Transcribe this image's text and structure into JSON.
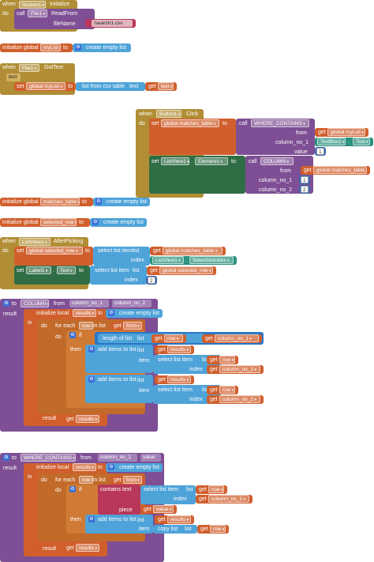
{
  "kw": {
    "when": "when",
    "do": "do",
    "call": "call",
    "set": "set",
    "to": "to",
    "get": "get",
    "result": "result",
    "in": "in",
    "for_each": "for each",
    "in_list": "in list",
    "if": "if",
    "then": "then",
    "item": "item",
    "index": "index",
    "from": "from",
    "initialize_global": "initialize global",
    "initialize_local": "initialize local",
    "create_empty_list": "create empty list",
    "select_list_item": "select list item",
    "list": "list",
    "add_items_to_list": "add items to list",
    "length_of_list": "length of list",
    "copy_list": "copy list",
    "contains_text": "contains text",
    "piece": "piece",
    "list_from_csv_table": "list from csv table",
    "text": "text",
    "filename": "fileName",
    "column_no_1": "column_no_1",
    "column_no_2": "column_no_2",
    "value": "value"
  },
  "b1": {
    "component": "Screen1",
    "event": "Initialize",
    "call_component": "File1",
    "method": "ReadFrom",
    "filename_value": "/search1.csv"
  },
  "g_mylist": {
    "name": "myList"
  },
  "b3": {
    "component": "File1",
    "event": "GotText",
    "param": "text",
    "var": "global myList",
    "get_var": "text"
  },
  "b4": {
    "component": "Button1",
    "event": "Click",
    "set_var": "global matches_table",
    "proc": "WHERE_CONTAINS",
    "from_var": "global myList",
    "col_comp": "TextBox1",
    "col_prop": "Text",
    "value_num": "1",
    "lv_comp": "ListView1",
    "lv_prop": "Elements",
    "proc2": "COLUMN",
    "from_var2": "global matches_table",
    "c1": "1",
    "c2": "2"
  },
  "g_matches": {
    "name": "matches_table"
  },
  "g_selected": {
    "name": "selected_row"
  },
  "b7": {
    "component": "ListView1",
    "event": "AfterPicking",
    "set_var": "global selected_row",
    "get_list": "global matches_table",
    "idx_comp": "ListView1",
    "idx_prop": "SelectionIndex",
    "lbl_comp": "Label1",
    "lbl_prop": "Text",
    "get_row": "global selected_row",
    "idx_num": "2"
  },
  "b8": {
    "proc": "COLUMN",
    "p1": "from",
    "p2": "column_no_1",
    "p3": "column_no_2",
    "local": "results",
    "loop_var": "row",
    "get_from": "from",
    "get_row": "row",
    "cmp": "≥",
    "get_c1": "column_no_1",
    "get_results": "results",
    "get_c2": "column_no_2"
  },
  "b9": {
    "proc": "WHERE_CONTAINS",
    "p1": "from",
    "p2": "column_no_1",
    "p3": "value",
    "local": "results",
    "loop_var": "row",
    "get_from": "from",
    "get_row": "row",
    "get_c1": "column_no_1",
    "get_value": "value",
    "get_results": "results"
  }
}
